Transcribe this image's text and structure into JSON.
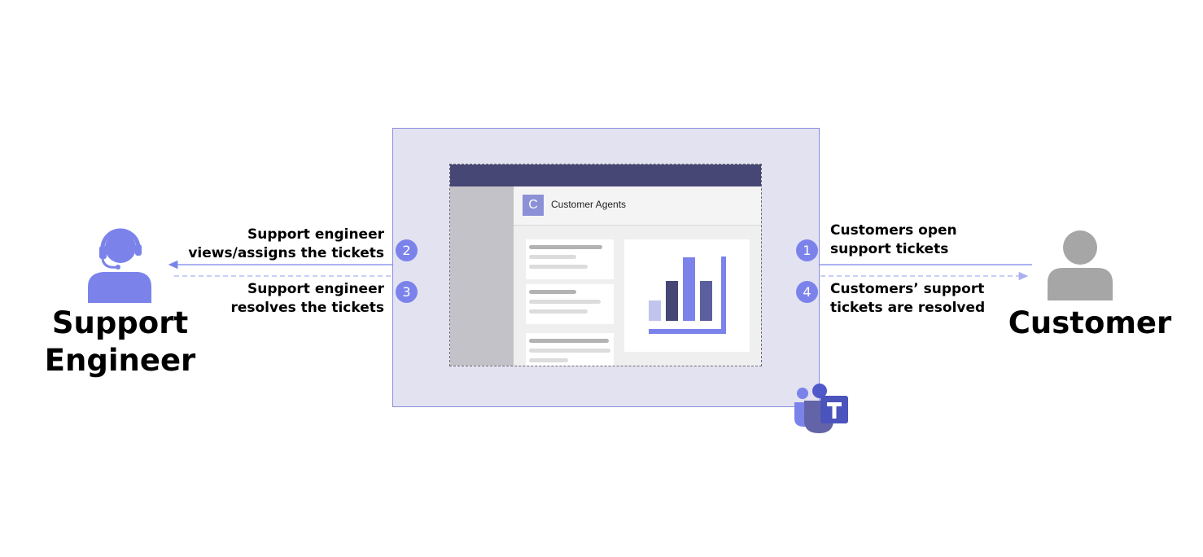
{
  "actors": {
    "engineer": {
      "line1": "Support",
      "line2": "Engineer",
      "icon": "headset-person-icon",
      "color": "#7b83eb"
    },
    "customer": {
      "label": "Customer",
      "icon": "person-icon",
      "color": "#a6a6a6"
    }
  },
  "steps": [
    {
      "number": "1",
      "line1": "Customers open",
      "line2": "support tickets"
    },
    {
      "number": "2",
      "line1": "Support engineer",
      "line2": "views/assigns the tickets"
    },
    {
      "number": "3",
      "line1": "Support engineer",
      "line2": "resolves the tickets"
    },
    {
      "number": "4",
      "line1": "Customers’ support",
      "line2": "tickets are resolved"
    }
  ],
  "app": {
    "avatar_letter": "C",
    "name": "Customer Agents",
    "logo": "microsoft-teams-icon"
  },
  "colors": {
    "accent": "#7b83eb",
    "titlebar": "#464775",
    "panel": "#e3e2f1"
  }
}
